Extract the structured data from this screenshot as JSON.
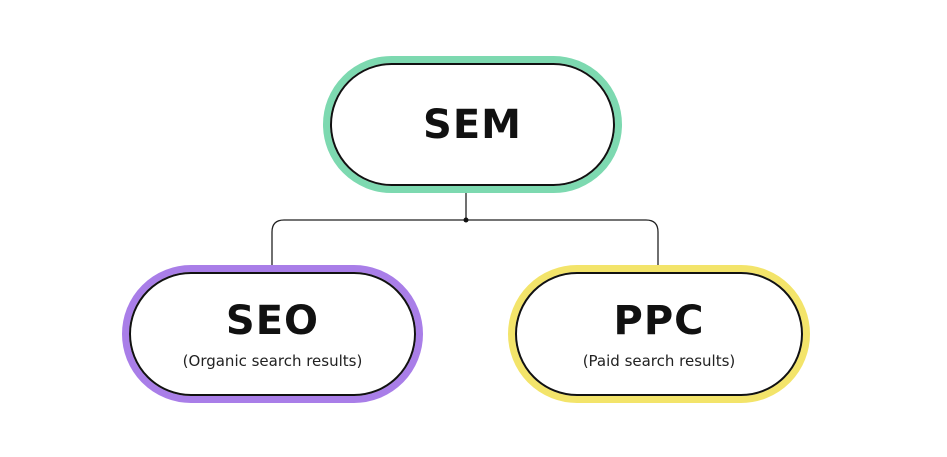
{
  "nodes": {
    "root": {
      "title": "SEM",
      "color": "#7dd9b0"
    },
    "left": {
      "title": "SEO",
      "subtitle": "(Organic search results)",
      "color": "#a97ee8"
    },
    "right": {
      "title": "PPC",
      "subtitle": "(Paid search results)",
      "color": "#f3e46a"
    }
  }
}
